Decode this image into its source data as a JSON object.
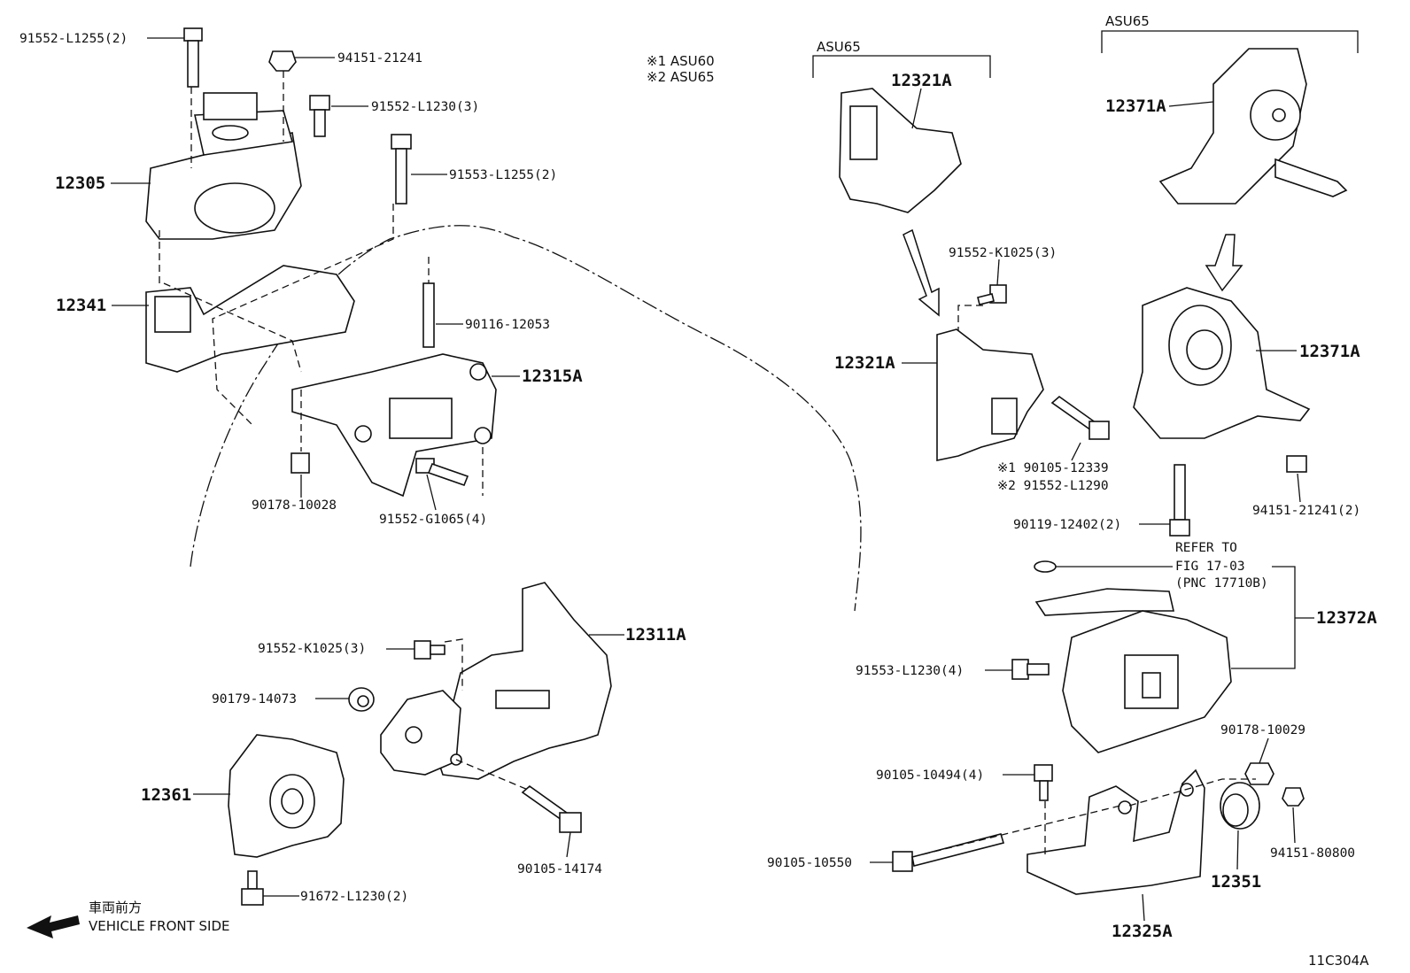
{
  "legend": {
    "note1": "※1  ASU60",
    "note2": "※2  ASU65"
  },
  "brackets": {
    "asu65_mid": "ASU65",
    "asu65_right": "ASU65"
  },
  "part_numbers": {
    "p_91552_L1255": "91552-L1255(2)",
    "p_94151_21241_top": "94151-21241",
    "p_91552_L1230": "91552-L1230(3)",
    "p_91553_L1255": "91553-L1255(2)",
    "p_12305": "12305",
    "p_12341": "12341",
    "p_90116_12053": "90116-12053",
    "p_12315A": "12315A",
    "p_90178_10028": "90178-10028",
    "p_91552_G1065": "91552-G1065(4)",
    "p_12321A_top": "12321A",
    "p_91552_K1025_mid": "91552-K1025(3)",
    "p_12321A_mid": "12321A",
    "p_90105_12339": "※1 90105-12339",
    "p_91552_L1290": "※2 91552-L1290",
    "p_12371A_top": "12371A",
    "p_12371A_mid": "12371A",
    "p_94151_21241_right": "94151-21241(2)",
    "p_90119_12402": "90119-12402(2)",
    "p_refer_1": "REFER TO",
    "p_refer_2": "FIG 17-03",
    "p_refer_3": "(PNC 17710B)",
    "p_12372A": "12372A",
    "p_91553_L1230": "91553-L1230(4)",
    "p_90178_10029": "90178-10029",
    "p_90105_10494": "90105-10494(4)",
    "p_94151_80800": "94151-80800",
    "p_90105_10550": "90105-10550",
    "p_12351": "12351",
    "p_12325A": "12325A",
    "p_91552_K1025_low": "91552-K1025(3)",
    "p_12311A": "12311A",
    "p_90179_14073": "90179-14073",
    "p_12361": "12361",
    "p_90105_14174": "90105-14174",
    "p_91672_L1230": "91672-L1230(2)"
  },
  "direction": {
    "jp": "車両前方",
    "en": "VEHICLE FRONT SIDE"
  },
  "figure_id": "11C304A"
}
